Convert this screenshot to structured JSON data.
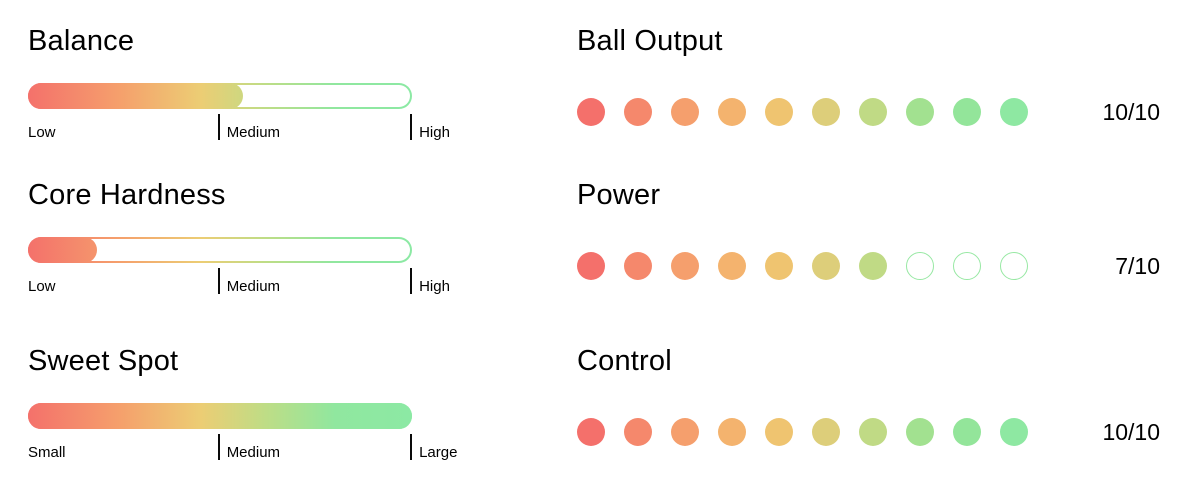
{
  "style": {
    "background": "#ffffff",
    "text_color": "#000000",
    "gradient_stops": [
      "#f4716b",
      "#f5a06c",
      "#eccd74",
      "#bedd86",
      "#90e79f",
      "#8ce9a4"
    ],
    "gradient_positions": [
      0,
      24,
      45,
      62,
      80,
      100
    ],
    "dot_colors": [
      "#f4706b",
      "#f5886c",
      "#f59f6d",
      "#f4b36e",
      "#efc470",
      "#ddce7a",
      "#c0da85",
      "#a2e190",
      "#93e59a",
      "#8ee8a2"
    ],
    "empty_dot_border": "#97e8a3"
  },
  "left_column": {
    "bars": [
      {
        "label": "Balance",
        "fill_percent": 56,
        "scale": {
          "start": "Low",
          "middle": "Medium",
          "end": "High"
        }
      },
      {
        "label": "Core Hardness",
        "fill_percent": 18,
        "scale": {
          "start": "Low",
          "middle": "Medium",
          "end": "High"
        }
      },
      {
        "label": "Sweet Spot",
        "fill_percent": 100,
        "scale": {
          "start": "Small",
          "middle": "Medium",
          "end": "Large"
        }
      }
    ]
  },
  "right_column": {
    "ratings": [
      {
        "label": "Ball Output",
        "value": 10,
        "max": 10,
        "score_text": "10/10"
      },
      {
        "label": "Power",
        "value": 7,
        "max": 10,
        "score_text": "7/10"
      },
      {
        "label": "Control",
        "value": 10,
        "max": 10,
        "score_text": "10/10"
      }
    ]
  },
  "chart_data": [
    {
      "type": "bar",
      "categories": [
        "Balance",
        "Core Hardness",
        "Sweet Spot"
      ],
      "values": [
        56,
        18,
        100
      ],
      "ylim": [
        0,
        100
      ],
      "tick_labels": [
        [
          "Low",
          "Medium",
          "High"
        ],
        [
          "Low",
          "Medium",
          "High"
        ],
        [
          "Small",
          "Medium",
          "Large"
        ]
      ],
      "grid": "off",
      "legend": "off"
    },
    {
      "type": "bar",
      "categories": [
        "Ball Output",
        "Power",
        "Control"
      ],
      "values": [
        10,
        7,
        10
      ],
      "ylim": [
        0,
        10
      ],
      "data_labels": [
        "10/10",
        "7/10",
        "10/10"
      ],
      "grid": "off",
      "legend": "off"
    }
  ]
}
